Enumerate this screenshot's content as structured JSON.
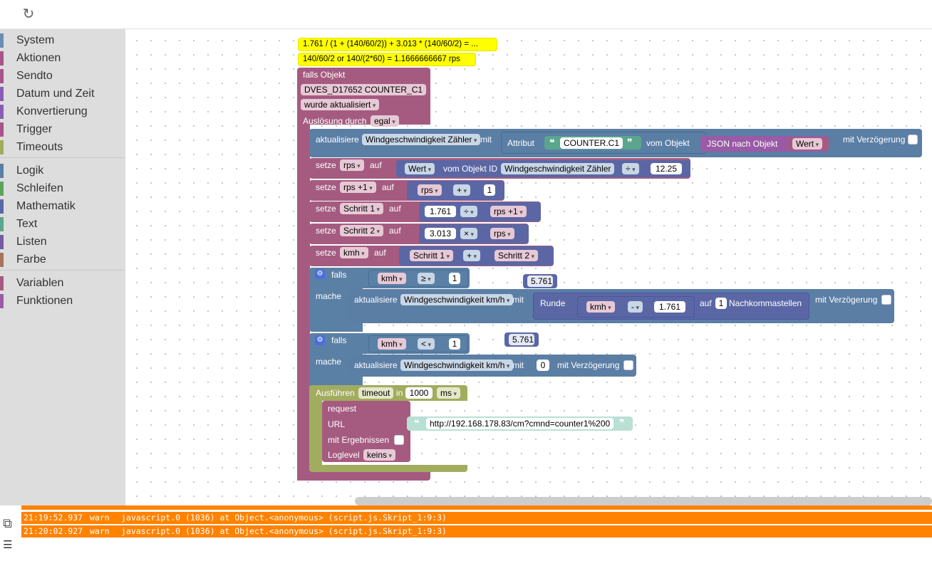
{
  "topbar": {
    "refresh_icon": "refresh-icon"
  },
  "toolbox": {
    "categories": [
      {
        "label": "System",
        "color": "#6a8db5"
      },
      {
        "label": "Aktionen",
        "color": "#a8558a"
      },
      {
        "label": "Sendto",
        "color": "#a8558a"
      },
      {
        "label": "Datum und Zeit",
        "color": "#8a5db5"
      },
      {
        "label": "Konvertierung",
        "color": "#8a5db5"
      },
      {
        "label": "Trigger",
        "color": "#a8558a"
      },
      {
        "label": "Timeouts",
        "color": "#a2ac5f"
      },
      {
        "label": "Logik",
        "color": "#5b80a5"
      },
      {
        "label": "Schleifen",
        "color": "#5ba55b"
      },
      {
        "label": "Mathematik",
        "color": "#5b67a5"
      },
      {
        "label": "Text",
        "color": "#5ba58c"
      },
      {
        "label": "Listen",
        "color": "#745ba5"
      },
      {
        "label": "Farbe",
        "color": "#a5745b"
      },
      {
        "label": "Variablen",
        "color": "#a55b80"
      },
      {
        "label": "Funktionen",
        "color": "#995ba5"
      }
    ]
  },
  "workspace": {
    "comments": [
      "1.761 / (1 + (140/60/2)) + 3.013 * (140/60/2) = ...",
      "140/60/2 or 140/(2*60) = 1.1666666667 rps"
    ],
    "trigger": {
      "falls_objekt": "falls Objekt",
      "object_id": "DVES_D17652 COUNTER_C1",
      "wurde": "wurde aktualisiert",
      "ausloesung": "Auslösung durch",
      "egal": "egal"
    },
    "update1": {
      "aktualisiere": "aktualisiere",
      "target": "Windgeschwindigkeit Zähler",
      "mit": "mit",
      "attribut": "Attribut",
      "attr_value": "COUNTER.C1",
      "vom_objekt": "vom Objekt",
      "json": "JSON nach Objekt",
      "wert": "Wert",
      "delay": "mit Verzögerung"
    },
    "set_rps": {
      "setze": "setze",
      "var": "rps",
      "auf": "auf",
      "wert": "Wert",
      "vom_objekt_id": "vom Objekt ID",
      "obj": "Windgeschwindigkeit Zähler",
      "op": "÷",
      "num": "12.25"
    },
    "set_rps1": {
      "setze": "setze",
      "var": "rps +1",
      "auf": "auf",
      "a": "rps",
      "op": "+",
      "num": "1"
    },
    "set_s1": {
      "setze": "setze",
      "var": "Schritt 1",
      "auf": "auf",
      "num": "1.761",
      "op": "÷",
      "b": "rps +1"
    },
    "set_s2": {
      "setze": "setze",
      "var": "Schritt 2",
      "auf": "auf",
      "num": "3.013",
      "op": "×",
      "b": "rps"
    },
    "set_kmh": {
      "setze": "setze",
      "var": "kmh",
      "auf": "auf",
      "a": "Schritt 1",
      "op": "+",
      "b": "Schritt 2"
    },
    "if1": {
      "falls": "falls",
      "var": "kmh",
      "op": "≥",
      "num": "1",
      "mache": "mache",
      "floating": "5.761",
      "aktualisiere": "aktualisiere",
      "target": "Windgeschwindigkeit km/h",
      "mit": "mit",
      "runde": "Runde",
      "rvar": "kmh",
      "rop": "-",
      "rnum": "1.761",
      "auf": "auf",
      "digits": "1",
      "nachkomma": "Nachkommastellen",
      "delay": "mit Verzögerung"
    },
    "if2": {
      "falls": "falls",
      "var": "kmh",
      "op": "<",
      "num": "1",
      "mache": "mache",
      "floating": "5.761",
      "aktualisiere": "aktualisiere",
      "target": "Windgeschwindigkeit km/h",
      "mit": "mit",
      "val": "0",
      "delay": "mit Verzögerung"
    },
    "timeout": {
      "ausfuehren": "Ausführen",
      "name": "timeout",
      "in": "in",
      "ms_val": "1000",
      "unit": "ms",
      "request": "request",
      "url": "URL",
      "url_value": "http://192.168.178.83/cm?cmnd=counter1%200",
      "mit_ergebnissen": "mit Ergebnissen",
      "loglevel": "Loglevel",
      "keins": "keins"
    }
  },
  "console": {
    "rows": [
      {
        "time": "21:19:52.937",
        "level": "warn",
        "msg": "javascript.0 (1036) at Object.<anonymous> (script.js.Skript_1:9:3)"
      },
      {
        "time": "21:20:02.927",
        "level": "warn",
        "msg": "javascript.0 (1036) at Object.<anonymous> (script.js.Skript_1:9:3)"
      }
    ]
  }
}
